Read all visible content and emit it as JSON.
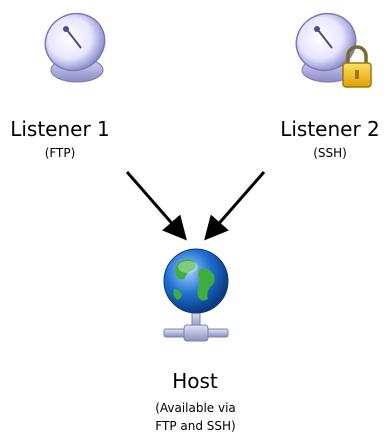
{
  "nodes": {
    "listener1": {
      "title": "Listener 1",
      "subtitle": "(FTP)",
      "icon": "satellite-dish-icon"
    },
    "listener2": {
      "title": "Listener 2",
      "subtitle": "(SSH)",
      "icon": "satellite-dish-lock-icon"
    },
    "host": {
      "title": "Host",
      "subtitle_line1": "(Available via",
      "subtitle_line2": "FTP and SSH)",
      "icon": "globe-network-icon"
    }
  },
  "edges": [
    {
      "from": "listener1",
      "to": "host"
    },
    {
      "from": "listener2",
      "to": "host"
    }
  ],
  "colors": {
    "dish_light": "#e6e6ff",
    "dish_dark": "#8a8ac8",
    "lock_gold": "#f2b90f",
    "globe_water": "#1f6fd1",
    "globe_land": "#3fae3f",
    "connector": "#9aa0c8",
    "arrow": "#000000"
  }
}
